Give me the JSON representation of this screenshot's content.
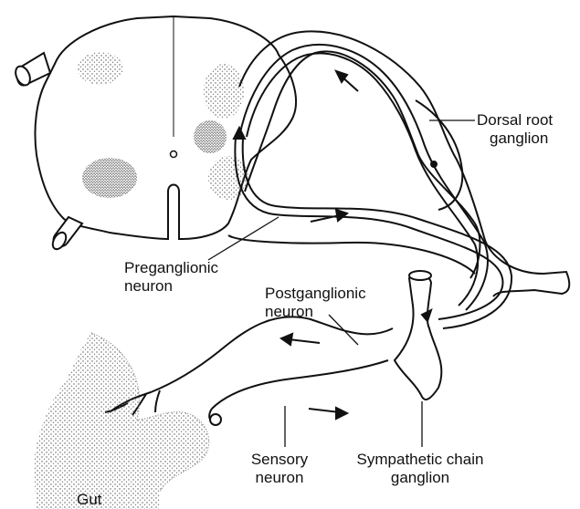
{
  "labels": {
    "dorsal_root_ganglion": [
      "Dorsal root",
      "ganglion"
    ],
    "preganglionic_neuron": [
      "Preganglionic",
      "neuron"
    ],
    "postganglionic_neuron": [
      "Postganglionic",
      "neuron"
    ],
    "sensory_neuron": [
      "Sensory",
      "neuron"
    ],
    "sympathetic_chain_ganglion": [
      "Sympathetic chain",
      "ganglion"
    ],
    "gut": "Gut"
  },
  "colors": {
    "ink": "#111111",
    "stipple": "#555555",
    "background": "#ffffff"
  }
}
